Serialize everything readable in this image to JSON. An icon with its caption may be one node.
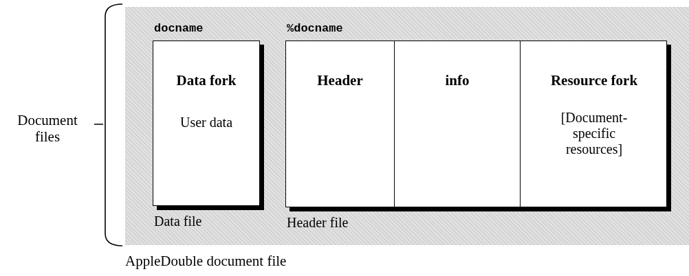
{
  "diagram": {
    "caption": "AppleDouble document file",
    "nodes": [
      {
        "text": [
          "docname",
          "Data fork",
          "User data"
        ],
        "beside": [
          "Data file"
        ]
      },
      {
        "text": [
          "%docname"
        ],
        "beside": [
          "Header file"
        ]
      },
      {
        "text": [
          "Header"
        ],
        "in": 1
      },
      {
        "text": [
          "info"
        ],
        "in": 1
      },
      {
        "text": [
          "Resource fork",
          "[Document-specific resources]"
        ],
        "in": 1
      }
    ],
    "edges": [],
    "labels": [
      "Document files"
    ]
  }
}
